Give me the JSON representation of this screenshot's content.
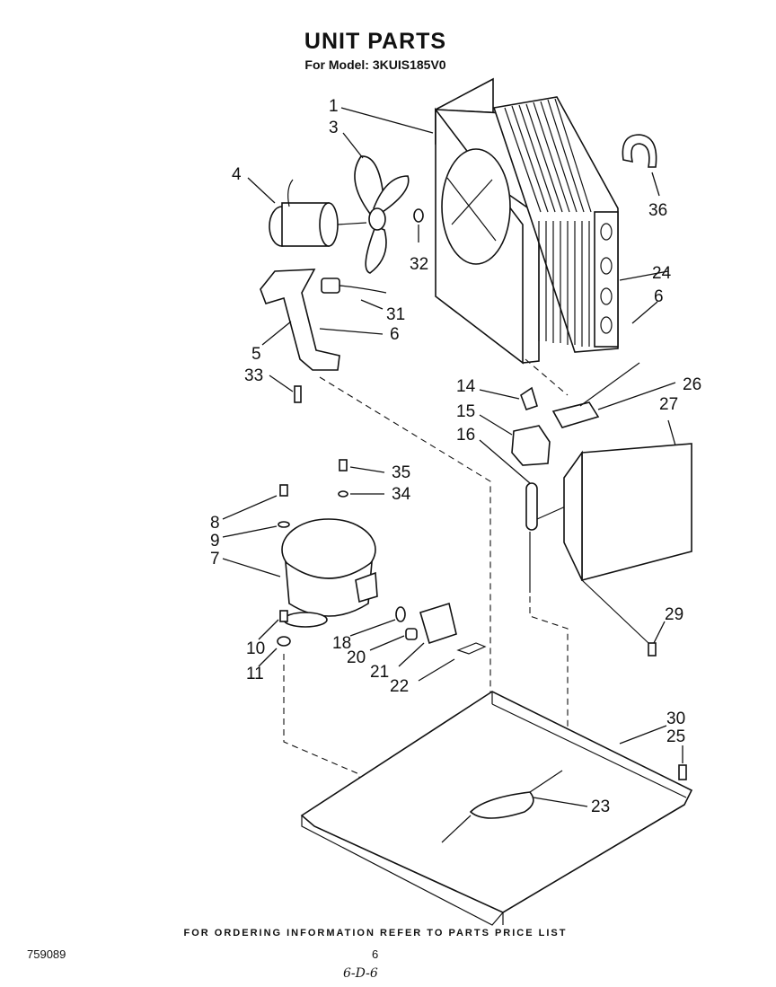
{
  "header": {
    "title": "UNIT PARTS",
    "subtitle": "For Model: 3KUIS185V0"
  },
  "footer": {
    "ordering_note": "FOR ORDERING INFORMATION REFER TO PARTS PRICE LIST",
    "document_number": "759089",
    "page_number": "6",
    "handwritten_note": "6-D-6"
  },
  "callouts": {
    "c1": "1",
    "c3": "3",
    "c4": "4",
    "c5": "5",
    "c6a": "6",
    "c6b": "6",
    "c7": "7",
    "c8": "8",
    "c9": "9",
    "c10": "10",
    "c11": "11",
    "c14": "14",
    "c15": "15",
    "c16": "16",
    "c18": "18",
    "c20": "20",
    "c21": "21",
    "c22": "22",
    "c23": "23",
    "c24": "24",
    "c25": "25",
    "c26": "26",
    "c27": "27",
    "c29": "29",
    "c30": "30",
    "c31": "31",
    "c32": "32",
    "c33": "33",
    "c34": "34",
    "c35": "35",
    "c36": "36"
  }
}
